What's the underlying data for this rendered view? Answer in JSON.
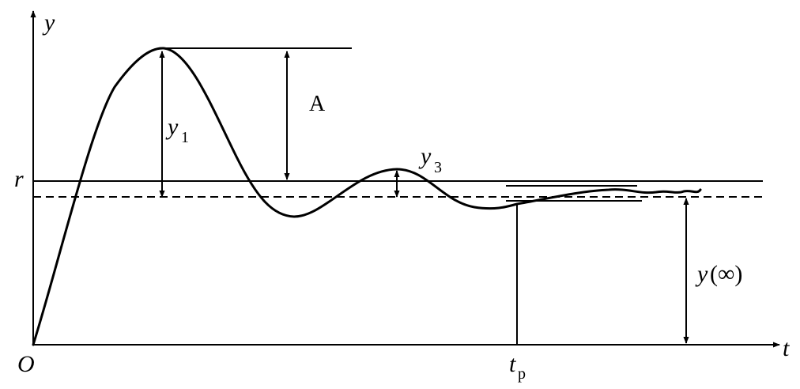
{
  "labels": {
    "y_axis": "y",
    "x_axis": "t",
    "origin": "O",
    "r": "r",
    "y1": "y",
    "y1_sub": "1",
    "y3": "y",
    "y3_sub": "3",
    "amplitude": "A",
    "tp": "t",
    "tp_sub": "p",
    "yinf_var": "y",
    "yinf_paren": "(∞)"
  },
  "colors": {
    "ink": "#000000",
    "background": "#ffffff"
  }
}
